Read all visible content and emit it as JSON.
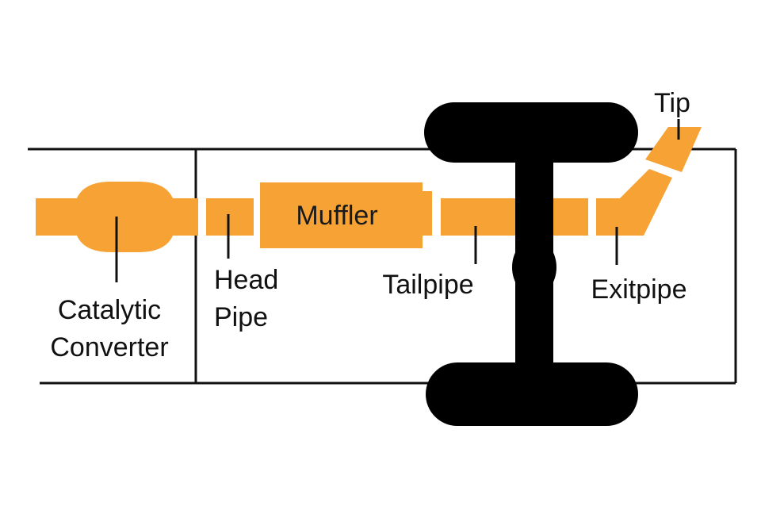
{
  "diagram": {
    "colors": {
      "pipe": "#f7a234",
      "frame": "#111111",
      "axle": "#000000",
      "background": "#ffffff"
    },
    "components": {
      "catalytic_converter": {
        "line1": "Catalytic",
        "line2": "Converter"
      },
      "head_pipe": {
        "line1": "Head",
        "line2": "Pipe"
      },
      "muffler": {
        "label": "Muffler"
      },
      "tailpipe": {
        "label": "Tailpipe"
      },
      "exitpipe": {
        "label": "Exitpipe"
      },
      "tip": {
        "label": "Tip"
      }
    }
  }
}
